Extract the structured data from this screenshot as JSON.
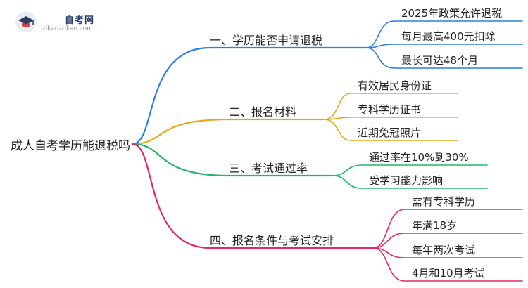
{
  "logo": {
    "name": "自考网",
    "url": "zikao-zikao.com"
  },
  "root": {
    "label": "成人自考学历能退税吗"
  },
  "branches": [
    {
      "label": "一、学历能否申请退税",
      "color": "#2f7ee0",
      "leaves": [
        "2025年政策允许退税",
        "每月最高400元扣除",
        "最长可达48个月"
      ]
    },
    {
      "label": "二、报名材料",
      "color": "#eaa715",
      "leaves": [
        "有效居民身份证",
        "专科学历证书",
        "近期免冠照片"
      ]
    },
    {
      "label": "三、考试通过率",
      "color": "#26b56c",
      "leaves": [
        "通过率在10%到30%",
        "受学习能力影响"
      ]
    },
    {
      "label": "四、报名条件与考试安排",
      "color": "#e3266a",
      "leaves": [
        "需有专科学历",
        "年满18岁",
        "每年两次考试",
        "4月和10月考试"
      ]
    }
  ]
}
